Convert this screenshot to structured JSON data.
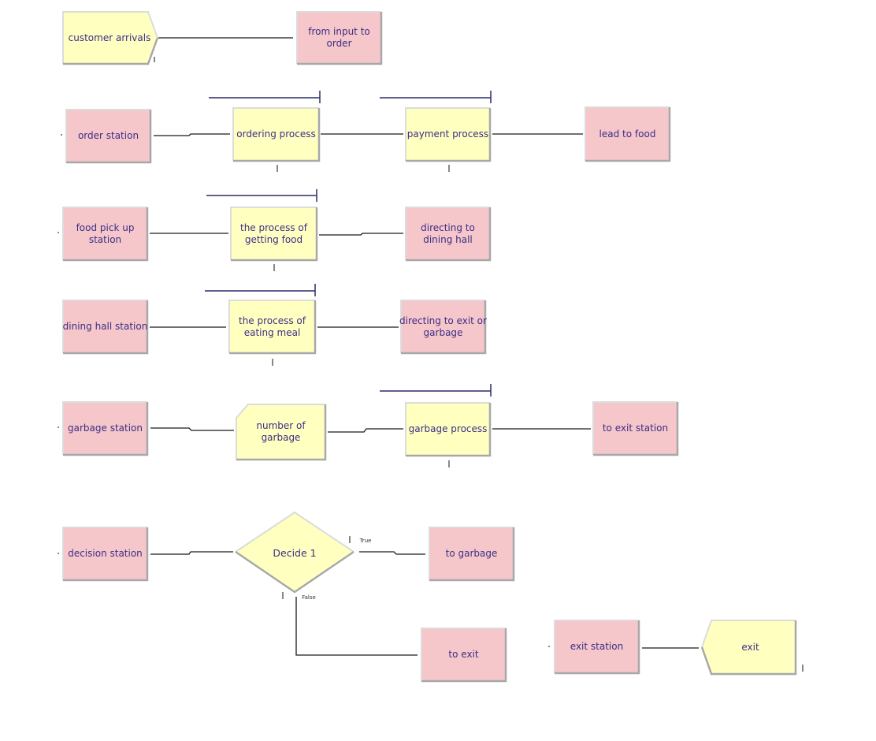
{
  "colors": {
    "module_yellow": "#ffffc0",
    "module_pink": "#f5c6ca",
    "border": "#9a9a9a",
    "border_light": "#d6d6d6",
    "connector": "#1a1a1a",
    "queue": "#2b2b6b",
    "label": "#3c2f86"
  },
  "modules": {
    "customer_arrivals": {
      "label": "customer arrivals",
      "kind": "create"
    },
    "from_input_to_order": {
      "label": "from input to\norder",
      "kind": "route"
    },
    "order_station": {
      "label": "order station",
      "kind": "station"
    },
    "ordering_process": {
      "label": "ordering process",
      "kind": "process"
    },
    "payment_process": {
      "label": "payment process",
      "kind": "process"
    },
    "lead_to_food": {
      "label": "lead to food",
      "kind": "route"
    },
    "food_pick_up_station": {
      "label": "food pick up\nstation",
      "kind": "station"
    },
    "getting_food": {
      "label": "the process of\ngetting food",
      "kind": "process"
    },
    "directing_to_dining_hall": {
      "label": "directing to\ndining hall",
      "kind": "route"
    },
    "dining_hall_station": {
      "label": "dining hall station",
      "kind": "station"
    },
    "eating_meal": {
      "label": "the process of\neating meal",
      "kind": "process"
    },
    "directing_to_exit_or_garbage": {
      "label": "directing to exit or\ngarbage",
      "kind": "route"
    },
    "garbage_station": {
      "label": "garbage station",
      "kind": "station"
    },
    "number_of_garbage": {
      "label": "number of\ngarbage",
      "kind": "record"
    },
    "garbage_process": {
      "label": "garbage process",
      "kind": "process"
    },
    "to_exit_station": {
      "label": "to exit station",
      "kind": "route"
    },
    "decision_station": {
      "label": "decision station",
      "kind": "station"
    },
    "decide_1": {
      "label": "Decide 1",
      "kind": "decide",
      "true_label": "True",
      "false_label": "False"
    },
    "to_garbage": {
      "label": "to garbage",
      "kind": "route"
    },
    "to_exit": {
      "label": "to exit",
      "kind": "route"
    },
    "exit_station": {
      "label": "exit station",
      "kind": "station"
    },
    "exit": {
      "label": "exit",
      "kind": "dispose"
    }
  }
}
